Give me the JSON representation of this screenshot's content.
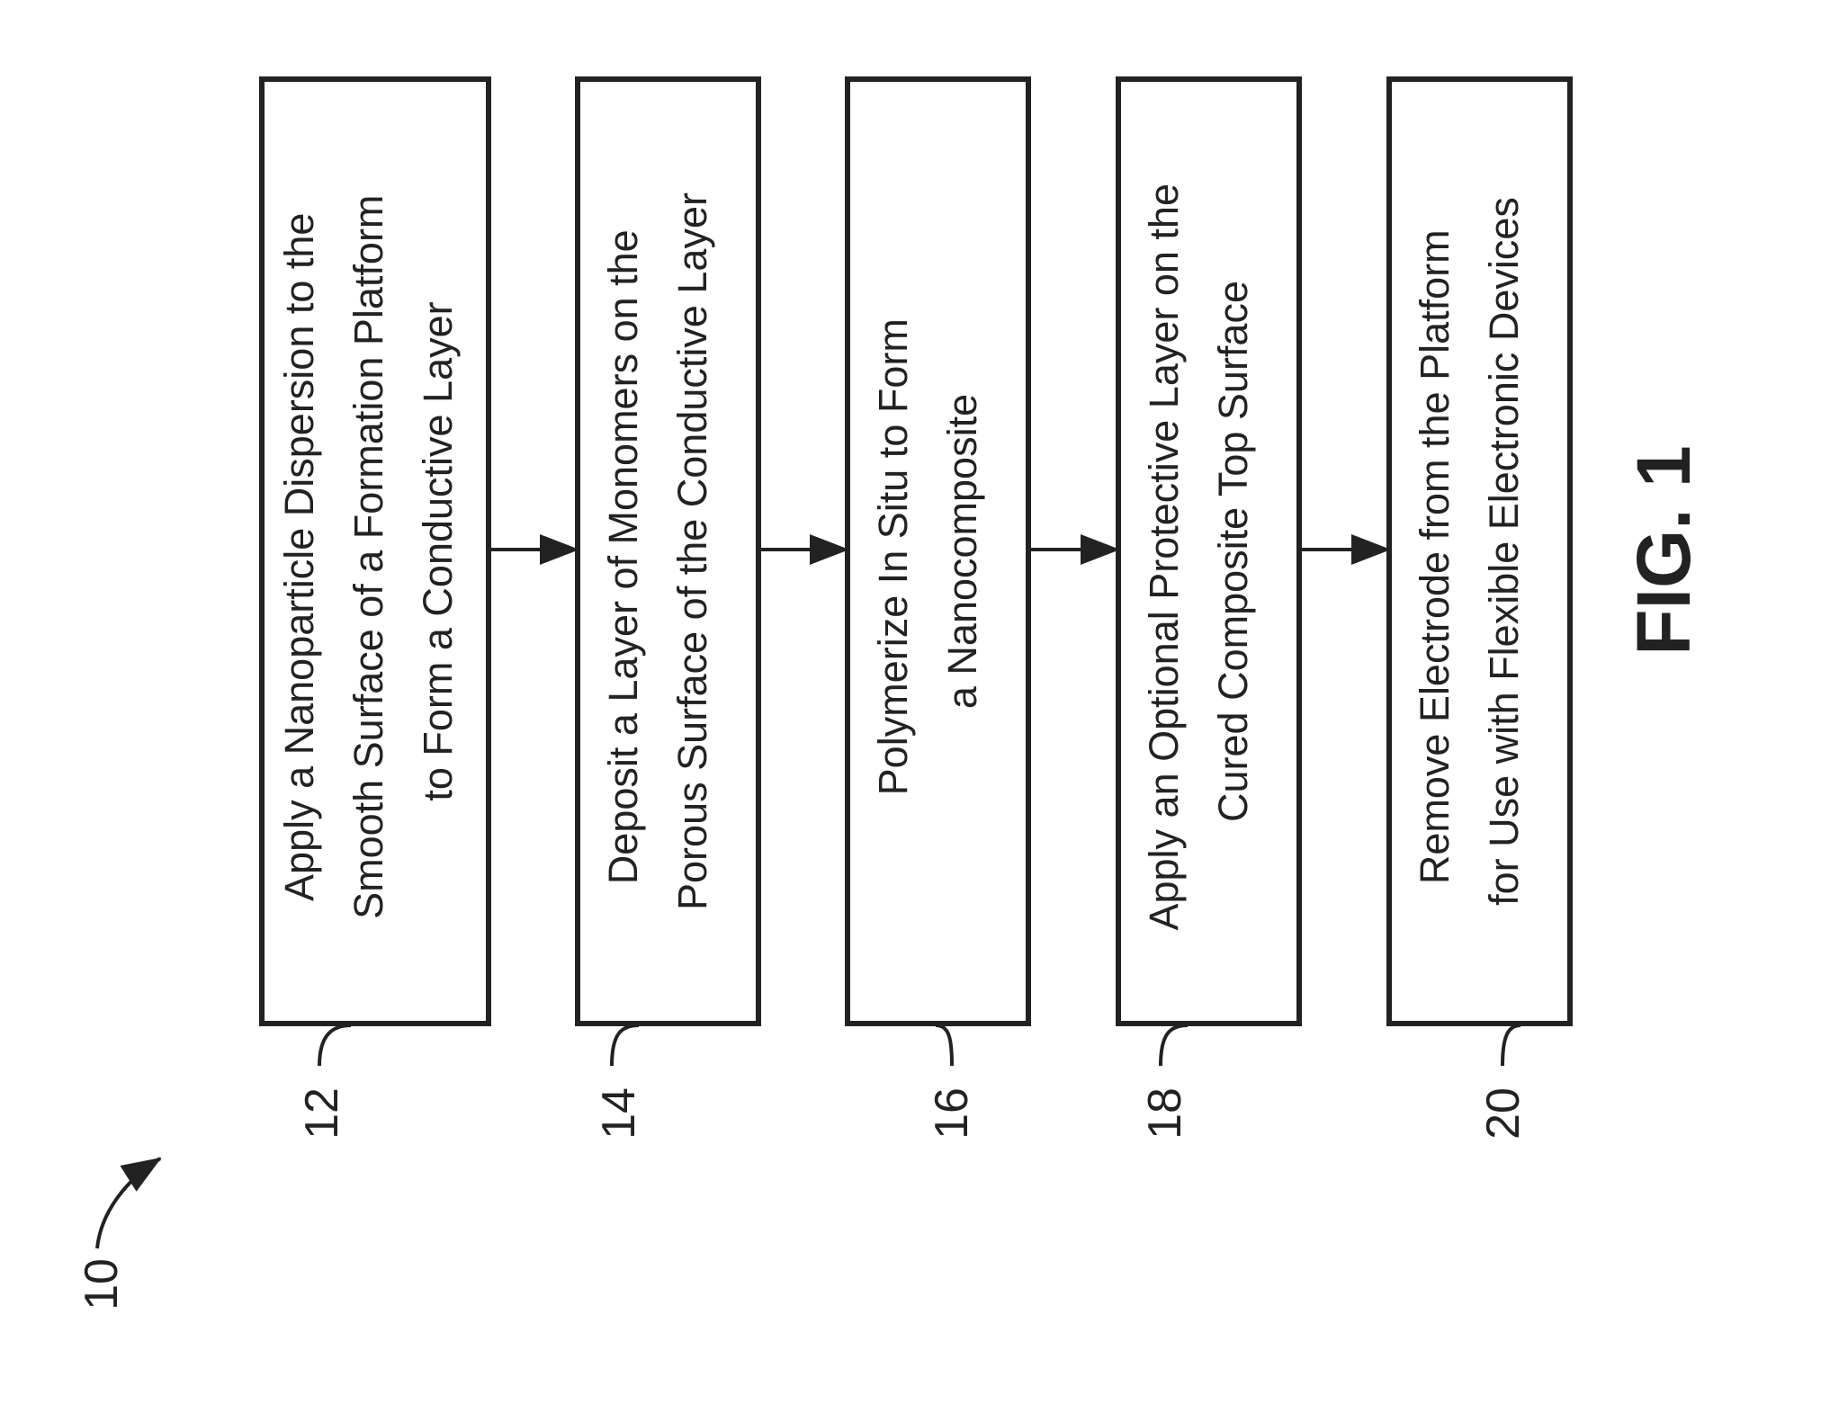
{
  "figure_label": "FIG. 1",
  "overall_ref": "10",
  "steps": [
    {
      "ref": "12",
      "lines": [
        "Apply a Nanoparticle Dispersion to the",
        "Smooth Surface of a Formation Platform",
        "to Form a Conductive Layer"
      ]
    },
    {
      "ref": "14",
      "lines": [
        "Deposit a Layer of Monomers on the",
        "Porous Surface of the Conductive Layer"
      ]
    },
    {
      "ref": "16",
      "lines": [
        "Polymerize In Situ to Form",
        "a Nanocomposite"
      ]
    },
    {
      "ref": "18",
      "lines": [
        "Apply an Optional Protective Layer on the",
        "Cured Composite Top Surface"
      ]
    },
    {
      "ref": "20",
      "lines": [
        "Remove Electrode from the Platform",
        "for Use with Flexible Electronic Devices"
      ]
    }
  ],
  "colors": {
    "ink": "#222222",
    "box_fill": "#ffffff"
  }
}
